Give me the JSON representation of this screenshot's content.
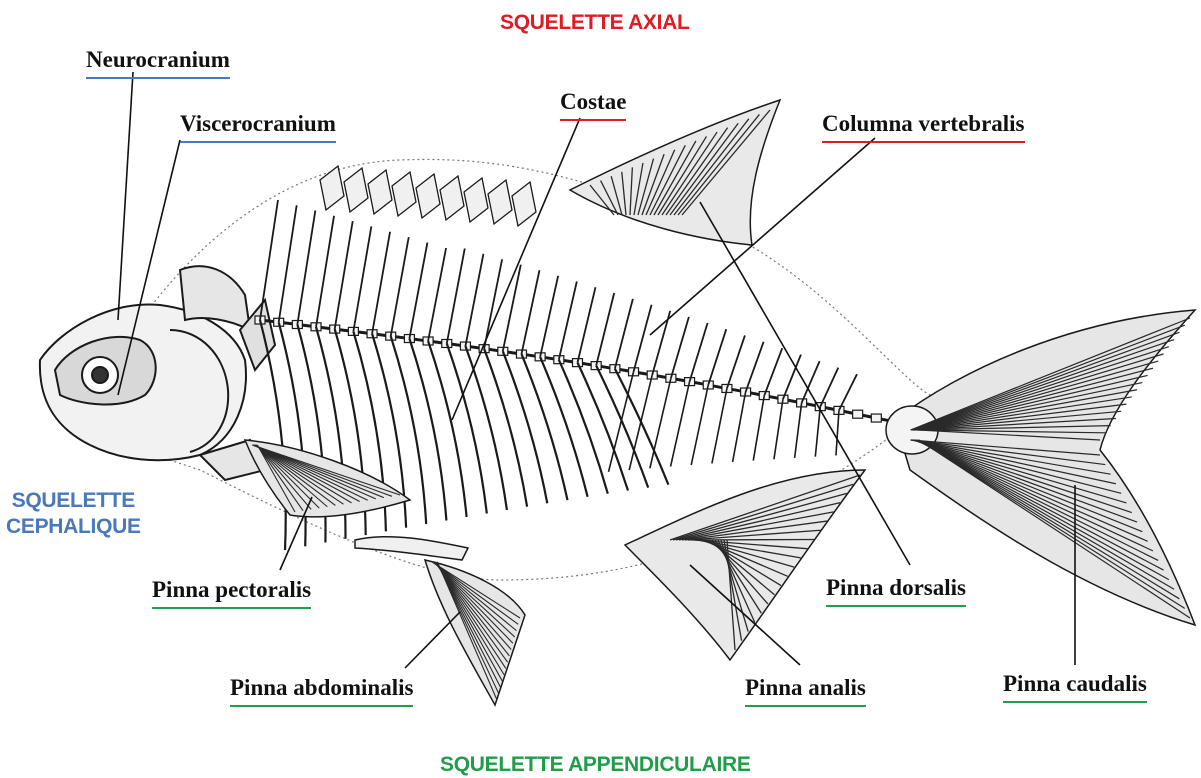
{
  "colors": {
    "axial": "#e01b24",
    "cephalic": "#4a78b8",
    "appendicular": "#1f9d4a",
    "ink": "#111111"
  },
  "groups": {
    "axial": "SQUELETTE AXIAL",
    "cephalic": [
      "SQUELETTE",
      "CEPHALIQUE"
    ],
    "appendicular": "SQUELETTE APPENDICULAIRE"
  },
  "labels": {
    "neurocranium": "Neurocranium",
    "viscerocranium": "Viscerocranium",
    "costae": "Costae",
    "columna": "Columna vertebralis",
    "pectoralis": "Pinna pectoralis",
    "abdominalis": "Pinna abdominalis",
    "analis": "Pinna analis",
    "dorsalis": "Pinna dorsalis",
    "caudalis": "Pinna caudalis"
  }
}
